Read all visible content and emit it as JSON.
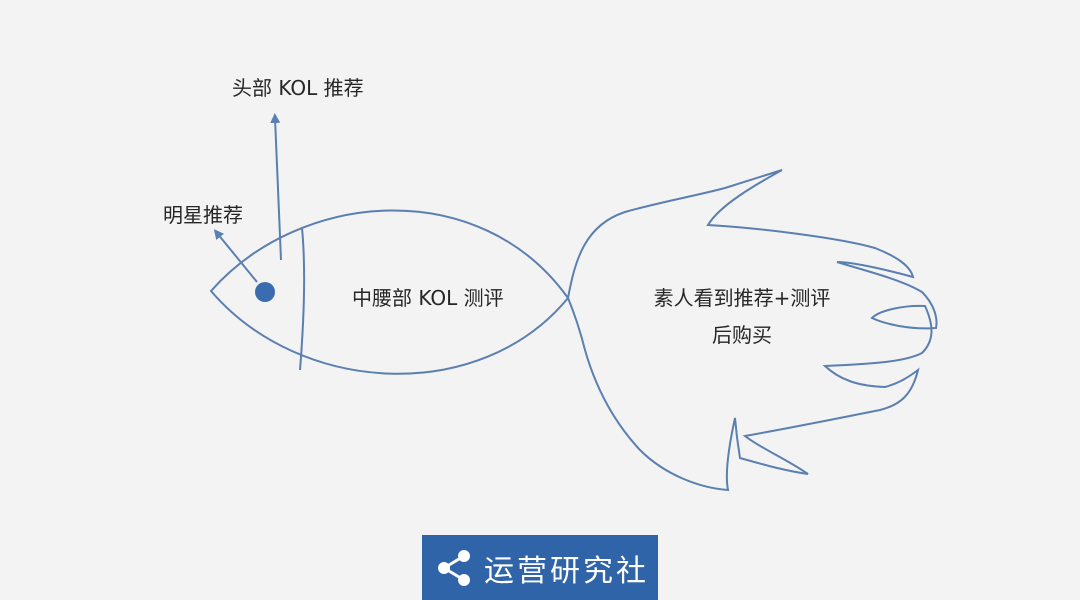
{
  "labels": {
    "head_kol": "头部 KOL 推荐",
    "star": "明星推荐",
    "mid_kol": "中腰部 KOL 测评",
    "amateur_line1": "素人看到推荐+测评",
    "amateur_line2": "后购买"
  },
  "logo": {
    "text": "运营研究社",
    "icon": "share-icon"
  },
  "colors": {
    "line": "#5b7fb0",
    "eye": "#3c6cb0",
    "background": "#f3f3f3",
    "logo_background": "#2f64a9"
  }
}
